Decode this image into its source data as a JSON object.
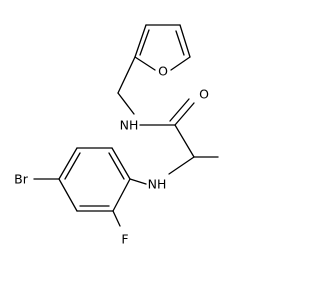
{
  "molecule": {
    "atom_labels": {
      "oxygen_furan": "O",
      "oxygen_carbonyl": "O",
      "amide_nh": "NH",
      "amine_nh": "NH",
      "bromine": "Br",
      "fluorine": "F"
    },
    "colors": {
      "bond": "#000000",
      "label": "#000000",
      "background": "#ffffff"
    }
  }
}
